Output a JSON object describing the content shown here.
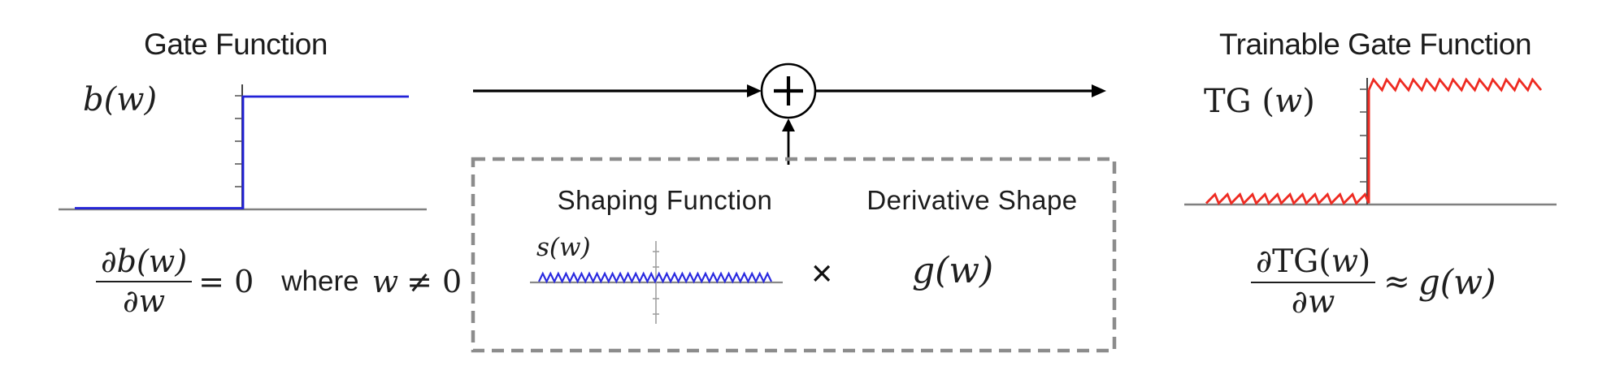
{
  "panels": {
    "gate": {
      "title": "Gate Function",
      "y_label": "b(w)",
      "formula": {
        "numerator": "∂b(w)",
        "denominator": "∂w",
        "equals": "= 0",
        "where_word": "where",
        "cond_var": "w",
        "cond_rest": "≠ 0"
      }
    },
    "shaping_box": {
      "left_title": "Shaping Function",
      "right_title": "Derivative Shape",
      "s_label": "s(w)",
      "times": "×",
      "g_label": "g(w)",
      "plus_symbol": "+"
    },
    "trainable": {
      "title": "Trainable Gate Function",
      "y_label_fn": "TG (",
      "y_label_var": "w",
      "y_label_close": ")",
      "formula": {
        "num_partial": "∂",
        "num_fn": "TG(",
        "num_var": "w",
        "num_close": ")",
        "denominator": "∂w",
        "approx": "≈",
        "rhs": "g(w)"
      }
    }
  },
  "plots": {
    "gate": {
      "type": "line",
      "shape": "unit step",
      "description": "b(w) = 0 for w < 0, jumps to 1 at w = 0",
      "line_color": "#2222d8"
    },
    "shaping": {
      "type": "line",
      "shape": "sawtooth around zero",
      "description": "s(w) small periodic sawtooth along w axis",
      "line_color": "#2a2ae0"
    },
    "trainable": {
      "type": "line",
      "shape": "unit step with sawtooth ripple",
      "description": "TG(w) = step plus sawtooth ripple",
      "line_color": "#ee2b22"
    }
  },
  "colors": {
    "gate_line": "#2222d8",
    "shaping_line": "#2a2ae0",
    "trainable_line": "#ee2b22",
    "axis_gray": "#808080",
    "axis_dark": "#454545",
    "box_border": "#8c8c8c",
    "flow_black": "#000000",
    "text": "#1c1c1c"
  }
}
